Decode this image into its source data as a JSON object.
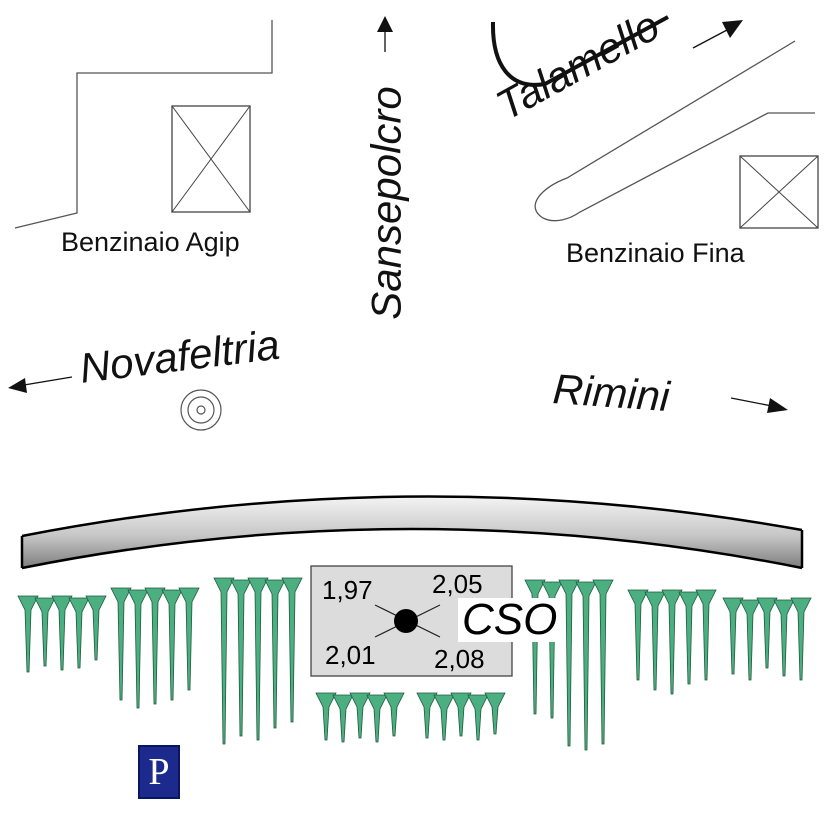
{
  "labels": {
    "agip": "Benzinaio Agip",
    "fina": "Benzinaio Fina",
    "sansepolcro": "Sansepolcro",
    "talamello": "Talamello",
    "novafeltria": "Novafeltria",
    "rimini": "Rimini"
  },
  "cso": {
    "label": "CSO",
    "values": {
      "top_left": "1,97",
      "top_right": "2,05",
      "bottom_left": "2,01",
      "bottom_right": "2,08"
    }
  },
  "parking": {
    "label": "P",
    "color": "#1b2a8c"
  },
  "colors": {
    "trees": "#4caf82",
    "tree_outline": "#1f5a3c",
    "roof_light": "#f2f2f2",
    "roof_dark": "#8a8a8a",
    "plaza": "#dcdcdc"
  },
  "icons": [
    "arrow-up-icon",
    "arrow-left-icon",
    "arrow-right-icon",
    "arrow-northeast-icon",
    "fountain-icon",
    "building-icon",
    "tree-icon",
    "parking-icon"
  ]
}
